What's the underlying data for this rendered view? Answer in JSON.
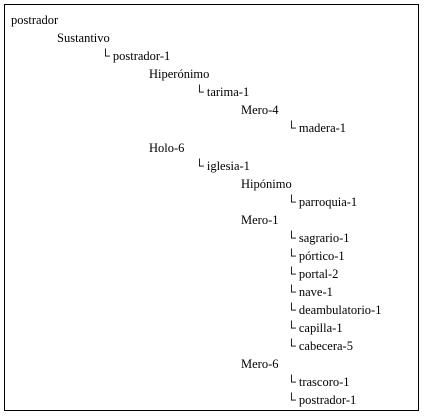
{
  "tree": {
    "root": "postrador",
    "branch_glyph": "└",
    "sustantivo": "Sustantivo",
    "synset": "postrador-1",
    "hiperonimo": {
      "label": "Hiperónimo",
      "item": "tarima-1",
      "mero4": {
        "label": "Mero-4",
        "item": "madera-1"
      }
    },
    "holo6": {
      "label": "Holo-6",
      "item": "iglesia-1",
      "hiponimo": {
        "label": "Hipónimo",
        "items": [
          "parroquia-1"
        ]
      },
      "mero1": {
        "label": "Mero-1",
        "items": [
          "sagrario-1",
          "pórtico-1",
          "portal-2",
          "nave-1",
          "deambulatorio-1",
          "capilla-1",
          "cabecera-5"
        ]
      },
      "mero6": {
        "label": "Mero-6",
        "items": [
          "trascoro-1",
          "postrador-1"
        ]
      }
    }
  }
}
